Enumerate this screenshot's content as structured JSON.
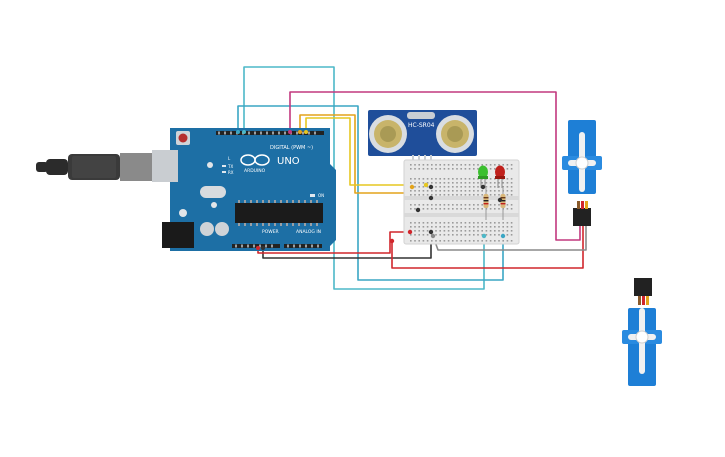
{
  "canvas": {
    "background": "#ffffff"
  },
  "arduino": {
    "brand": "ARDUINO",
    "model": "UNO",
    "digital_label": "DIGITAL (PWM ~)",
    "power_label": "POWER",
    "analog_label": "ANALOG IN",
    "tx_label": "TX",
    "rx_label": "RX",
    "on_label": "ON",
    "l_label": "L",
    "board_color": "#1d6fa5"
  },
  "ultrasonic": {
    "label": "HC-SR04",
    "board_color": "#1f4e9a"
  },
  "leds": {
    "green": "#3bbf2f",
    "red": "#c0201c"
  },
  "servos": {
    "body_color": "#1e7fd6",
    "count": 2
  },
  "wire_colors": {
    "cyan": "#4db8c8",
    "magenta": "#c2387e",
    "orange": "#e3a41b",
    "yellow": "#e6c720",
    "red": "#d1262c",
    "black": "#333333",
    "gray": "#8a8a8a"
  }
}
